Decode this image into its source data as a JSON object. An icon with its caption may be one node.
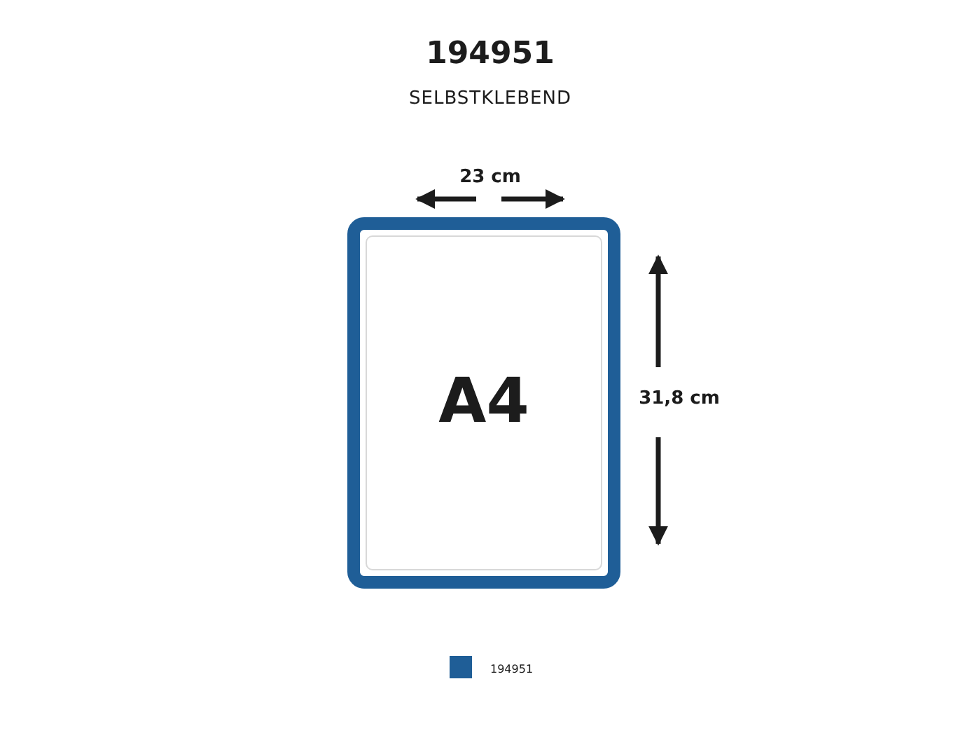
{
  "diagram": {
    "title": "194951",
    "caption": "SELBSTKLEBEND",
    "nodes": [
      {
        "text": [
          "A4"
        ]
      }
    ],
    "labels": [
      "23 cm",
      "31,8 cm"
    ],
    "legend": [
      {
        "text": "194951",
        "color": "#1f5e97"
      }
    ]
  }
}
